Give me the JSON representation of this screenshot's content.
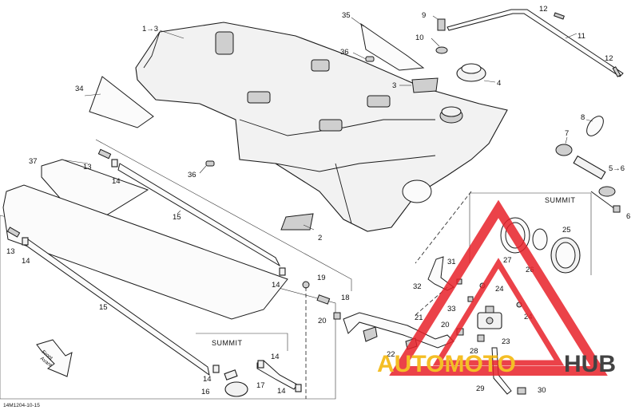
{
  "diagram": {
    "drawing_code": "14M1204-10-15",
    "summit_label_left": "SUMMIT",
    "summit_label_right": "SUMMIT",
    "front_label_line1": "Front",
    "front_label_line2": "Avant"
  },
  "callouts": {
    "c1": "1→3",
    "c2": "2",
    "c3": "3",
    "c4": "4",
    "c5": "5→6",
    "c6": "6",
    "c7": "7",
    "c8": "8",
    "c9": "9",
    "c10": "10",
    "c11": "11",
    "c12a": "12",
    "c12b": "12",
    "c13a": "13",
    "c13b": "13",
    "c14a": "14",
    "c14b": "14",
    "c14c": "14",
    "c14d": "14",
    "c14e": "14",
    "c14f": "14",
    "c15a": "15",
    "c15b": "15",
    "c16": "16",
    "c17": "17",
    "c18": "18",
    "c19": "19",
    "c20a": "20",
    "c20b": "20",
    "c21": "21",
    "c22": "22",
    "c23": "23",
    "c24a": "24",
    "c24b": "24",
    "c25": "25",
    "c26": "26",
    "c27": "27",
    "c28": "28",
    "c29": "29",
    "c30": "30",
    "c31": "31",
    "c32": "32",
    "c33": "33",
    "c34": "34",
    "c35": "35",
    "c36a": "36",
    "c36b": "36",
    "c37": "37"
  },
  "watermark": {
    "text_part1": "AUTOMOTO",
    "text_part2": "HUB",
    "color_primary": "#e8222a",
    "color_secondary": "#f3b300",
    "color_dark": "#222222"
  }
}
